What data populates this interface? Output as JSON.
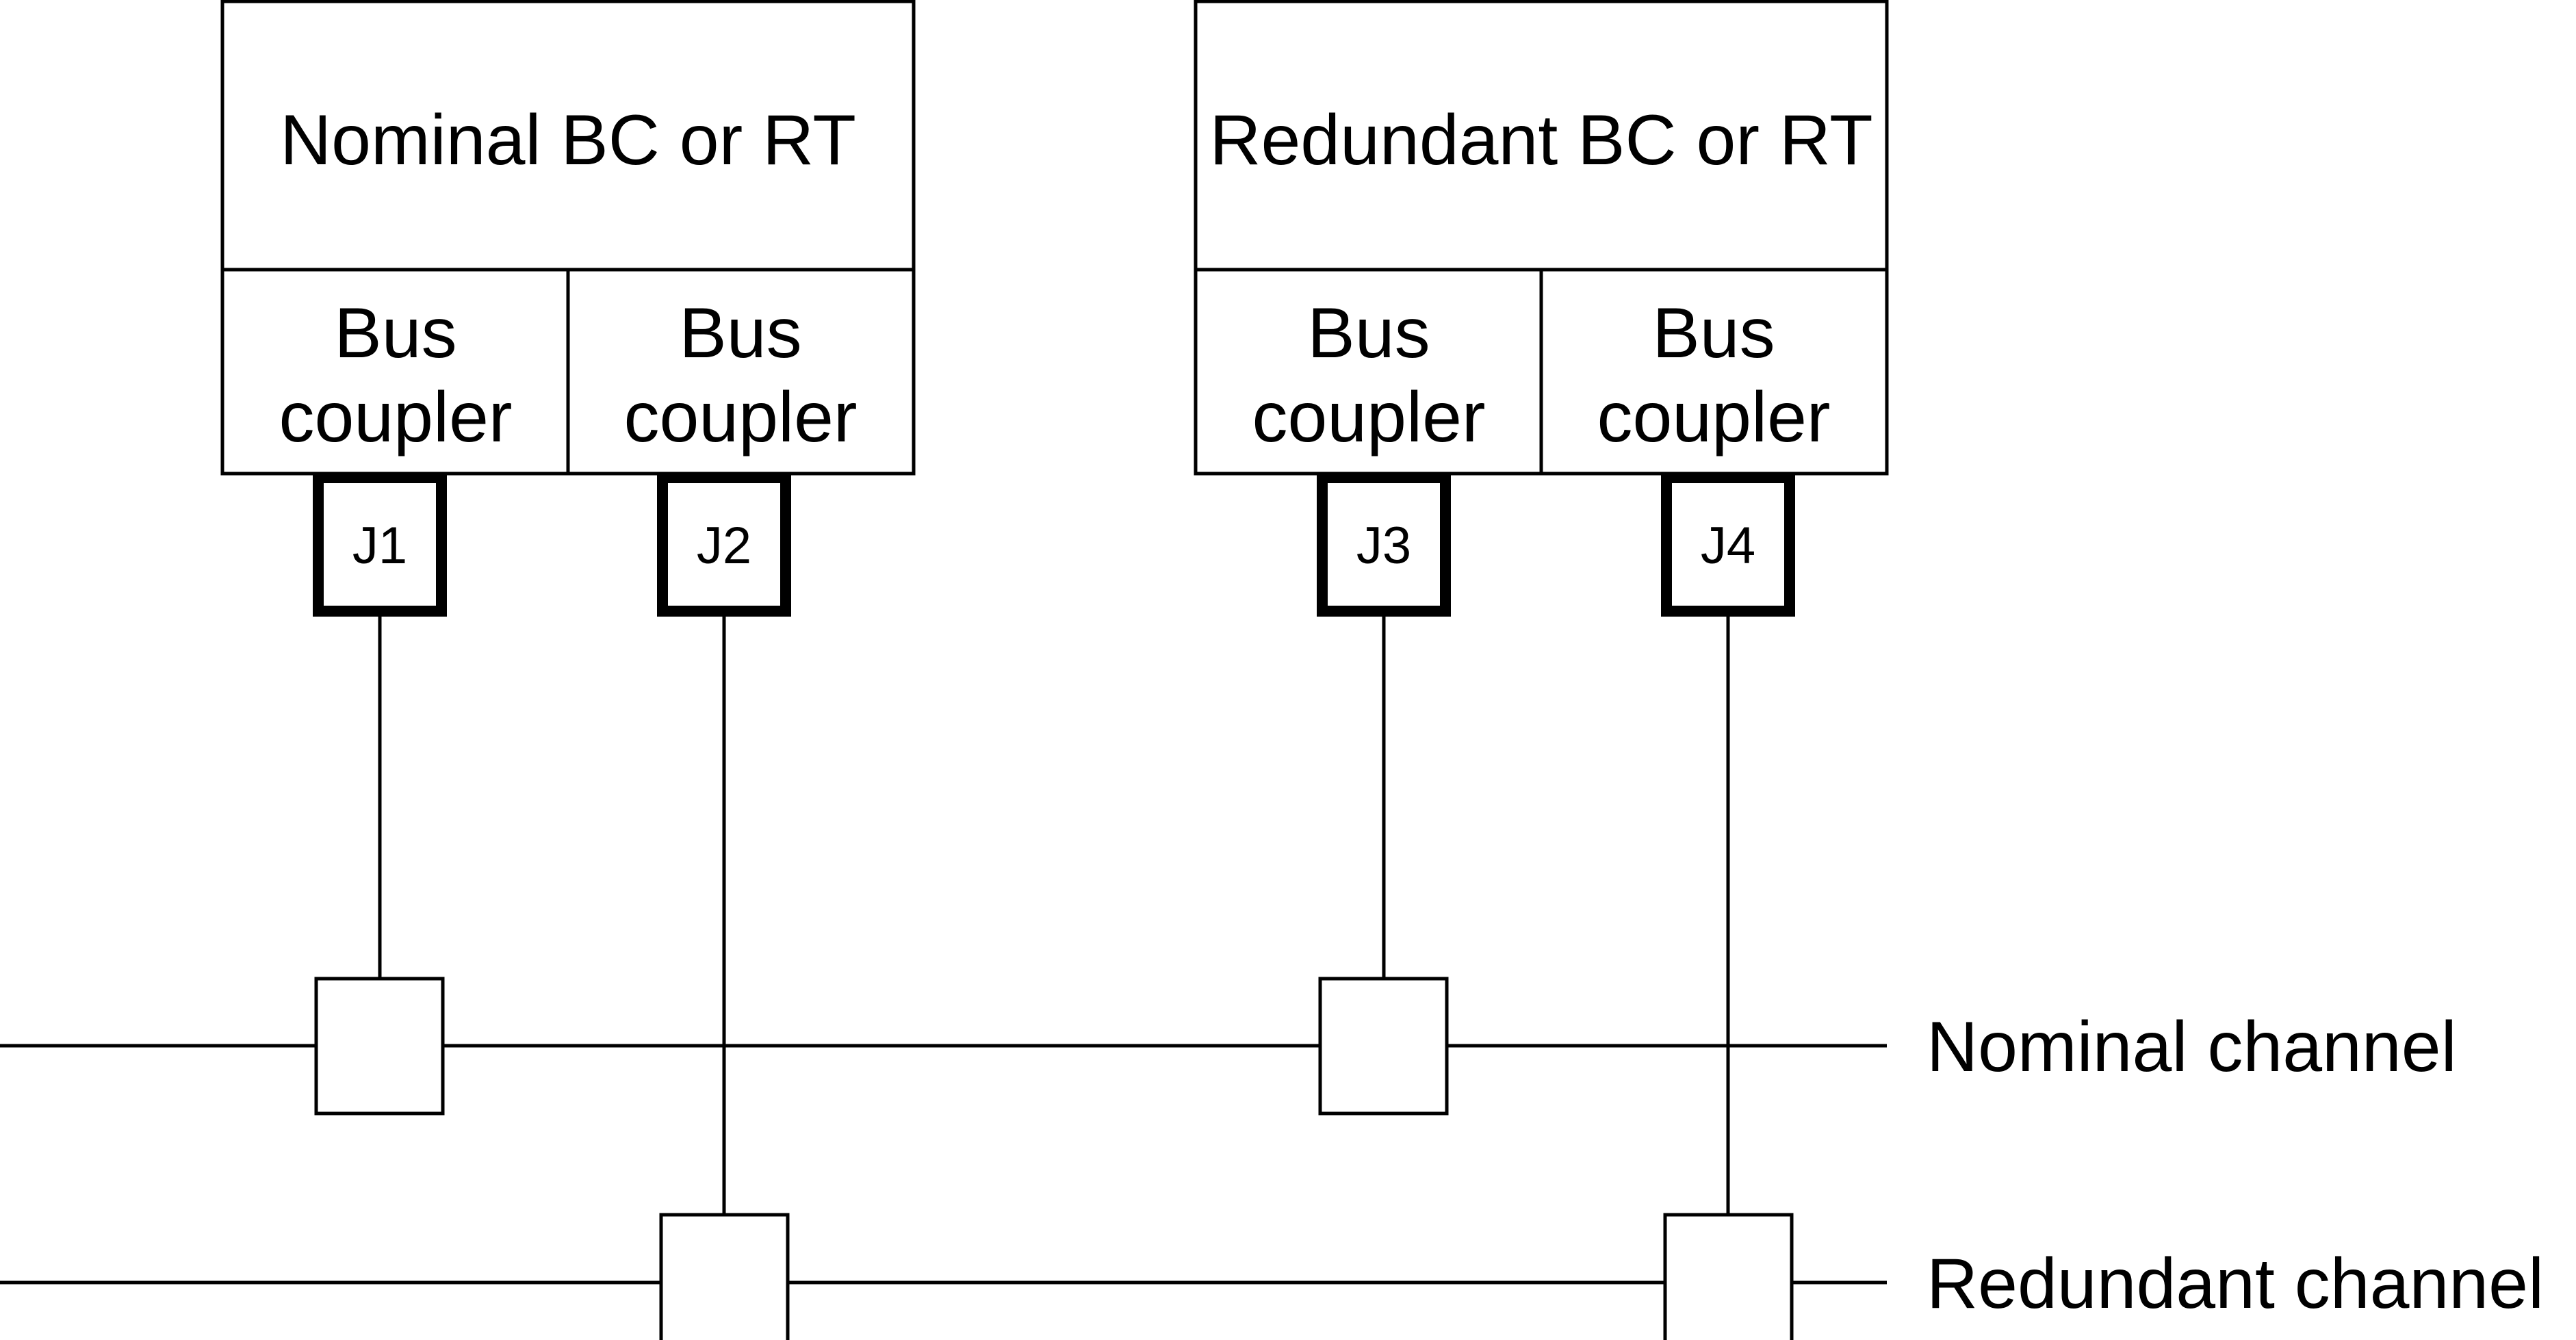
{
  "units": [
    {
      "title": "Nominal BC or RT",
      "couplers": [
        {
          "line1": "Bus",
          "line2": "coupler"
        },
        {
          "line1": "Bus",
          "line2": "coupler"
        }
      ]
    },
    {
      "title": "Redundant BC or RT",
      "couplers": [
        {
          "line1": "Bus",
          "line2": "coupler"
        },
        {
          "line1": "Bus",
          "line2": "coupler"
        }
      ]
    }
  ],
  "connectors": [
    "J1",
    "J2",
    "J3",
    "J4"
  ],
  "channels": {
    "nominal": "Nominal channel",
    "redundant": "Redundant channel"
  }
}
